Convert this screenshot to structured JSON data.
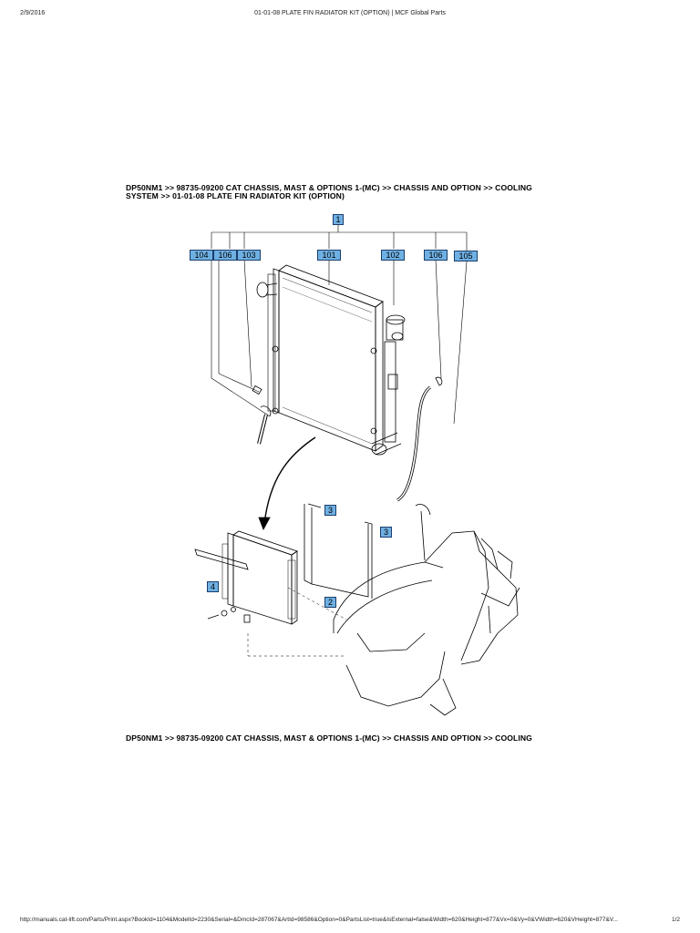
{
  "print_header": {
    "date": "2/9/2016",
    "page_title": "01-01-08 PLATE FIN RADIATOR KIT (OPTION) | MCF Global Parts"
  },
  "breadcrumb": {
    "top": "DP50NM1 >> 98735-09200 CAT CHASSIS, MAST & OPTIONS 1-(MC) >> CHASSIS AND OPTION >> COOLING SYSTEM >> 01-01-08 PLATE FIN RADIATOR KIT (OPTION)",
    "bottom": "DP50NM1 >> 98735-09200 CAT CHASSIS, MAST & OPTIONS 1-(MC) >> CHASSIS AND OPTION >> COOLING"
  },
  "diagram": {
    "callout_color": "#6fb0e3",
    "callouts": [
      {
        "label": "1"
      },
      {
        "label": "104"
      },
      {
        "label": "106"
      },
      {
        "label": "103"
      },
      {
        "label": "101"
      },
      {
        "label": "102"
      },
      {
        "label": "106"
      },
      {
        "label": "105"
      },
      {
        "label": "3"
      },
      {
        "label": "3"
      },
      {
        "label": "4"
      },
      {
        "label": "2"
      }
    ]
  },
  "print_footer": {
    "url": "http://manuals.cat-lift.com/Parts/Print.aspx?BookId=1104&ModelId=2230&Serial=&DmcId=287067&ArtId=98586&Option=0&PartsList=true&IsExternal=false&Width=620&Height=877&Vx=0&Vy=0&VWidth=620&VHeight=877&V...",
    "page": "1/2"
  }
}
